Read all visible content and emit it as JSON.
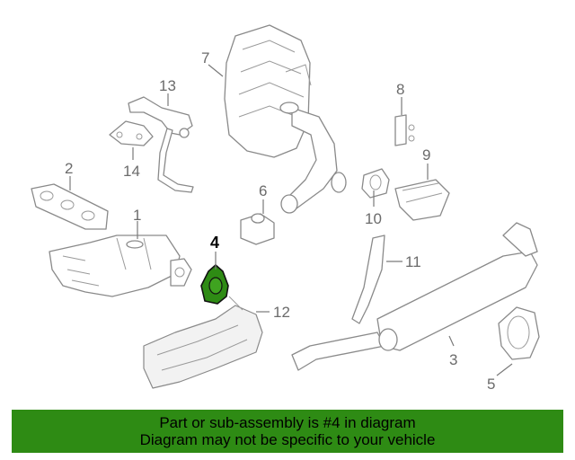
{
  "diagram": {
    "highlighted_part": "4",
    "callouts": [
      "1",
      "2",
      "3",
      "4",
      "5",
      "6",
      "7",
      "8",
      "9",
      "10",
      "11",
      "12",
      "13",
      "14"
    ]
  },
  "banner": {
    "line1": "Part or sub-assembly is #4 in diagram",
    "line2": "Diagram may not be specific to your vehicle",
    "color": "#2e8b14"
  },
  "colors": {
    "highlight_part": "#2e8b14",
    "line_art": "#8a8a8a"
  }
}
